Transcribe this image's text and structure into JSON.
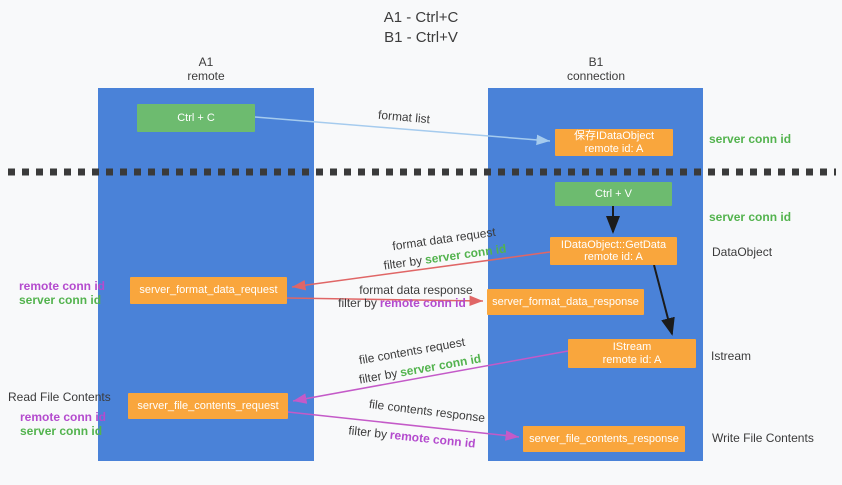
{
  "title": {
    "line1": "A1 - Ctrl+C",
    "line2": "B1 - Ctrl+V"
  },
  "lanes": {
    "a1": {
      "title": "A1",
      "subtitle": "remote"
    },
    "b1": {
      "title": "B1",
      "subtitle": "connection"
    }
  },
  "nodes": {
    "ctrl_c": {
      "label": "Ctrl + C"
    },
    "save_dataobject": {
      "line1": "保存IDataObject",
      "line2": "remote id: A"
    },
    "ctrl_v": {
      "label": "Ctrl + V"
    },
    "getdata": {
      "line1": "IDataObject::GetData",
      "line2": "remote id: A"
    },
    "format_request": {
      "label": "server_format_data_request"
    },
    "format_response": {
      "label": "server_format_data_response"
    },
    "istream": {
      "line1": "IStream",
      "line2": "remote id: A"
    },
    "file_request": {
      "label": "server_file_contents_request"
    },
    "file_response": {
      "label": "server_file_contents_response"
    }
  },
  "annotations": {
    "right": {
      "server_conn_id_top": "server conn id",
      "server_conn_id_mid": "server conn id",
      "dataobject": "DataObject",
      "istream": "Istream",
      "write_file_contents": "Write File Contents"
    },
    "left": {
      "remote_conn_id_1": "remote conn id",
      "server_conn_id_1": "server conn id",
      "read_file_contents": "Read File Contents",
      "remote_conn_id_2": "remote conn id",
      "server_conn_id_2": "server conn id"
    }
  },
  "edges": {
    "format_list": "format list",
    "format_data_request": "format data request",
    "format_data_response": "format data response",
    "file_contents_request": "file contents request",
    "file_contents_response": "file contents response",
    "filter_by": "filter by",
    "server_conn_id": "server conn id",
    "remote_conn_id": "remote conn id"
  },
  "colors": {
    "lane_blue": "#4a82d8",
    "node_green": "#6dbb6f",
    "node_orange": "#f9a63d",
    "text_dark": "#3b3b3b",
    "text_green": "#53b34e",
    "text_purple": "#b44bce",
    "arrow_red": "#e06666",
    "arrow_purple": "#c45ac8",
    "arrow_lightblue": "#a5cbee",
    "arrow_black": "#1b1b1b",
    "dashed_line": "#3a3a3a"
  }
}
